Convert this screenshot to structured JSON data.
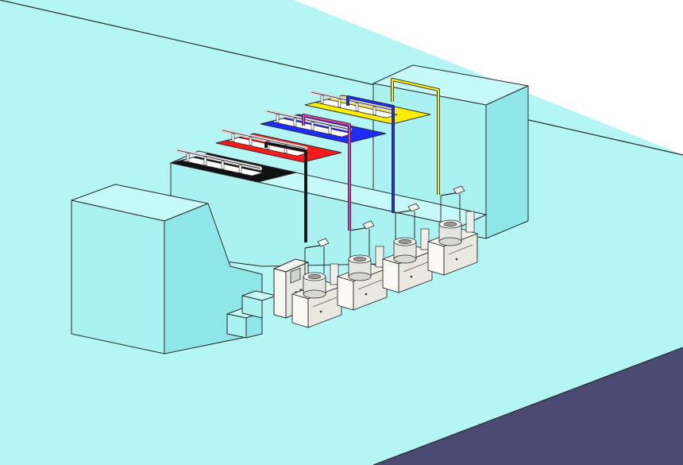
{
  "scene": {
    "colors": {
      "floor": "#b4f6f6",
      "machine_front": "#aaf2f2",
      "machine_side": "#8fe6e8",
      "machine_top": "#c6fafa",
      "outline": "#2a2a2a",
      "dark_floor": "#4a4a72",
      "unit_body": "#f3f1ea",
      "black_ink": "#111111",
      "red_ink": "#ff1a1a",
      "blue_ink": "#1f2cff",
      "yellow_ink": "#ffee00",
      "magenta_pipe": "#e040b0"
    },
    "ink_stations": [
      {
        "color_key": "black_ink"
      },
      {
        "color_key": "red_ink"
      },
      {
        "color_key": "blue_ink"
      },
      {
        "color_key": "yellow_ink"
      }
    ],
    "supply_units": 4,
    "control_cabinet": {
      "icon": "control-panel-icon"
    }
  }
}
